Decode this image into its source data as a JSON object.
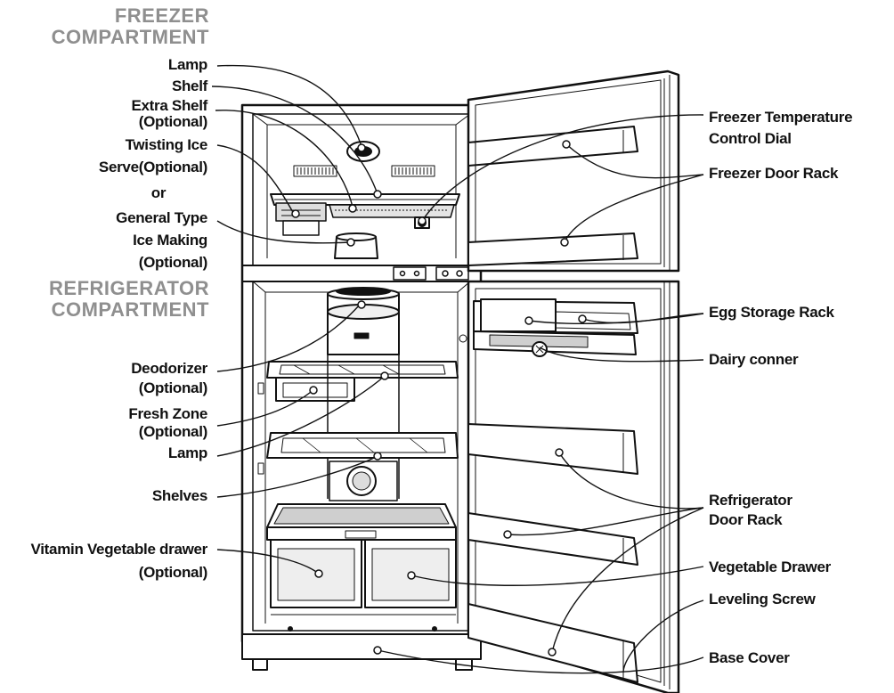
{
  "colors": {
    "heading": "#8f8f8f",
    "label": "#111111",
    "line": "#111111",
    "fridge_fill": "#ffffff",
    "shade": "#cfcfcf"
  },
  "headings": {
    "freezer_line1": "FREEZER",
    "freezer_line2": "COMPARTMENT",
    "fridge_line1": "REFRIGERATOR",
    "fridge_line2": "COMPARTMENT"
  },
  "left_labels": {
    "lamp_top": "Lamp",
    "shelf": "Shelf",
    "extra_shelf_1": "Extra Shelf",
    "extra_shelf_2": "(Optional)",
    "twisting_ice_1": "Twisting Ice",
    "twisting_ice_2": "Serve(Optional)",
    "or": "or",
    "general_type_1": "General Type",
    "general_type_2": "Ice Making",
    "general_type_3": "(Optional)",
    "deodorizer_1": "Deodorizer",
    "deodorizer_2": "(Optional)",
    "fresh_zone_1": "Fresh Zone",
    "fresh_zone_2": "(Optional)",
    "lamp_bottom": "Lamp",
    "shelves": "Shelves",
    "vitamin_1": "Vitamin Vegetable drawer",
    "vitamin_2": "(Optional)"
  },
  "right_labels": {
    "freezer_temp_1": "Freezer Temperature",
    "freezer_temp_2": "Control Dial",
    "freezer_door_rack": "Freezer Door Rack",
    "egg_storage": "Egg Storage Rack",
    "dairy": "Dairy conner",
    "fridge_door_rack_1": "Refrigerator",
    "fridge_door_rack_2": "Door Rack",
    "vegetable_drawer": "Vegetable Drawer",
    "leveling_screw": "Leveling Screw",
    "base_cover": "Base Cover"
  }
}
